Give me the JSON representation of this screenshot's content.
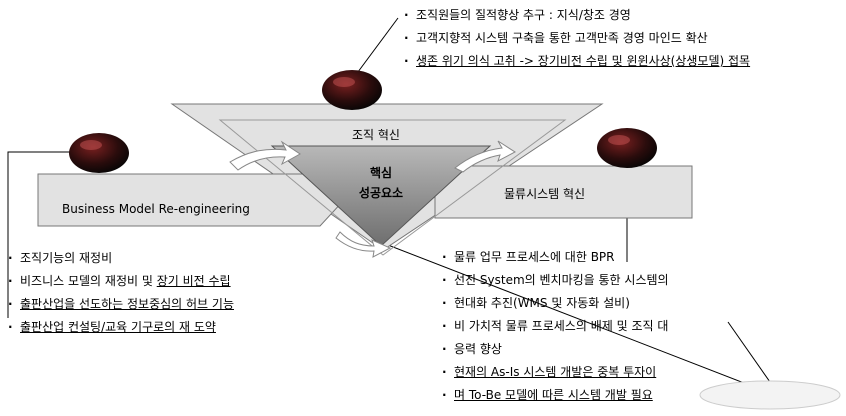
{
  "top_bullets": [
    [
      {
        "t": "조직원들의 질적향상 추구 : 지식/창조 경영",
        "u": false
      }
    ],
    [
      {
        "t": "고객지향적 시스템 구축을 통한 고객만족 경영 마인드 확산",
        "u": false
      }
    ],
    [
      {
        "t": "생존 위기 의식 고취 -> 장기비전 수립 및 윈윈사상(상생모델) 접목",
        "u": true
      }
    ]
  ],
  "left_bullets": [
    [
      {
        "t": "조직기능의 재정비",
        "u": false
      }
    ],
    [
      {
        "t": "비즈니스 모델의 재정비 및 ",
        "u": false
      },
      {
        "t": "장기 비전 수립",
        "u": true
      }
    ],
    [
      {
        "t": "출판산업을 선도하는 정보중심의 허브 기능",
        "u": true
      }
    ],
    [
      {
        "t": "출판산업 컨설팅/교육 기구로의 재 도약",
        "u": true
      }
    ]
  ],
  "right_bullets": [
    [
      {
        "t": "물류 업무 프로세스에 대한 BPR",
        "u": false
      }
    ],
    [
      {
        "t": "선진 System의 벤치마킹을 통한 시스템의",
        "u": false
      }
    ],
    [
      {
        "t": "현대화 추진(WMS 및 자동화 설비)",
        "u": false
      }
    ],
    [
      {
        "t": "비 가치적 물류 프로세스의 배제 및 조직 대",
        "u": false
      }
    ],
    [
      {
        "t": "응력 향상",
        "u": false
      }
    ],
    [
      {
        "t": "현재의 As-Is 시스템 개발은 중복 투자이",
        "u": true
      }
    ],
    [
      {
        "t": "며 To-Be 모델에 따른 시스템 개발 필요",
        "u": true
      }
    ]
  ],
  "labels": {
    "org": "조직 혁신",
    "bmr": "Business Model Re-engineering",
    "logistics": "물류시스템 혁신",
    "core_line1": "핵심",
    "core_line2": "성공요소"
  },
  "colors": {
    "bar_fill": "#e2e2e2",
    "bar_stroke": "#777777",
    "triangle_fill": "#9a9a9a",
    "ball_dark": "#111111",
    "ball_red": "#8a1a1a"
  }
}
